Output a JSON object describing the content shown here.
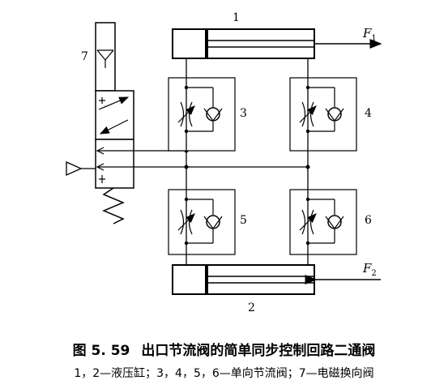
{
  "figure": {
    "number": "图 5. 59",
    "title": "出口节流阀的简单同步控制回路二通阀",
    "legend": "1，2—液压缸；3，4，5，6—单向节流阀；7—电磁换向阀"
  },
  "labels": {
    "cylinder_top": "1",
    "cylinder_bottom": "2",
    "valve_3": "3",
    "valve_4": "4",
    "valve_5": "5",
    "valve_6": "6",
    "valve_7": "7"
  },
  "forces": {
    "f1": {
      "symbol": "F",
      "sub": "1"
    },
    "f2": {
      "symbol": "F",
      "sub": "2"
    }
  }
}
